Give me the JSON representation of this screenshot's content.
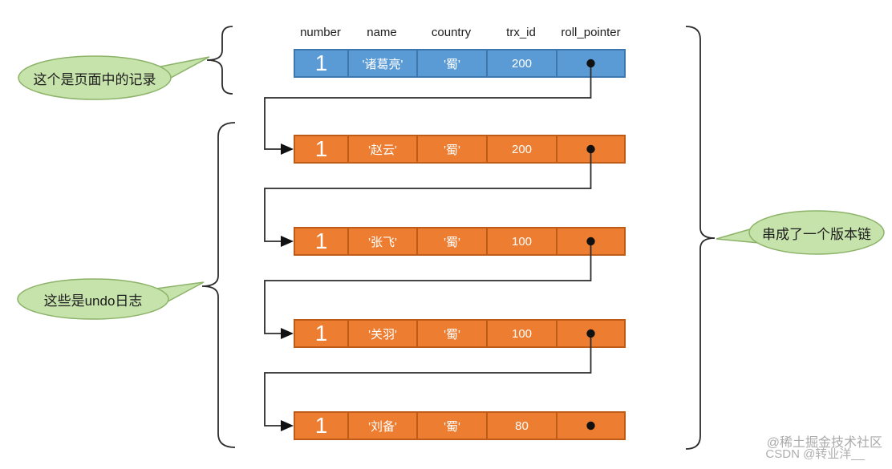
{
  "table": {
    "headers": [
      "number",
      "name",
      "country",
      "trx_id",
      "roll_pointer"
    ],
    "page_record": {
      "number": "1",
      "name": "'诸葛亮'",
      "country": "'蜀'",
      "trx_id": "200"
    },
    "undo_logs": [
      {
        "number": "1",
        "name": "'赵云'",
        "country": "'蜀'",
        "trx_id": "200"
      },
      {
        "number": "1",
        "name": "'张飞'",
        "country": "'蜀'",
        "trx_id": "100"
      },
      {
        "number": "1",
        "name": "'关羽'",
        "country": "'蜀'",
        "trx_id": "100"
      },
      {
        "number": "1",
        "name": "'刘备'",
        "country": "'蜀'",
        "trx_id": "80"
      }
    ]
  },
  "annotations": {
    "page_record_label": "这个是页面中的记录",
    "undo_logs_label": "这些是undo日志",
    "version_chain_label": "串成了一个版本链"
  },
  "watermark": {
    "line1": "@稀土掘金技术社区",
    "line2": "CSDN @转业洋__"
  },
  "colors": {
    "page_record_fill": "#5B9BD5",
    "page_record_border": "#3E76AE",
    "undo_log_fill": "#ED7D31",
    "undo_log_border": "#BE5B17",
    "callout_fill": "#C7E3AC",
    "callout_border": "#8CB369",
    "line_color": "#2b2b2b"
  }
}
